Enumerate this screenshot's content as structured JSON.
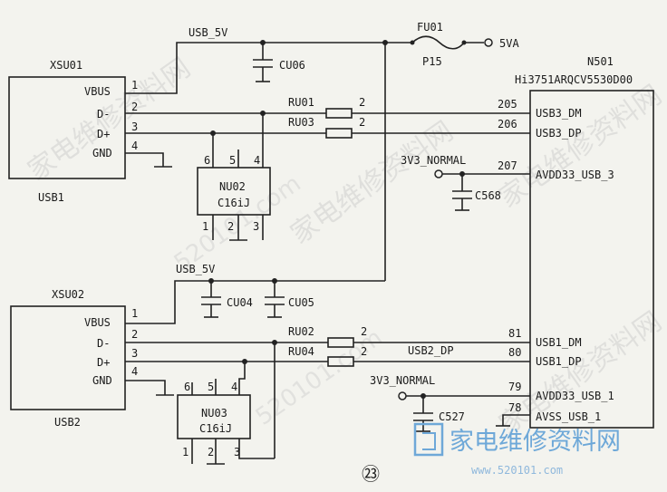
{
  "watermark": {
    "cn": "家电维修资料网",
    "url": "520101.com"
  },
  "logo": {
    "cn": "家电维修资料网",
    "url": "www.520101.com"
  },
  "page_number": "㉓",
  "fuse": {
    "ref": "FU01",
    "value": "P15",
    "rail": "5VA"
  },
  "nets": {
    "usb_5v_top": "USB_5V",
    "usb_5v_bottom": "USB_5V",
    "v3_top": "3V3_NORMAL",
    "v3_bottom": "3V3_NORMAL",
    "usb2_dp": "USB2_DP"
  },
  "capacitors": {
    "cu06": "CU06",
    "cu04": "CU04",
    "cu05": "CU05",
    "c568": "C568",
    "c527": "C527"
  },
  "resistors": {
    "ru01": "RU01",
    "ru03": "RU03",
    "ru02": "RU02",
    "ru04": "RU04",
    "pin2": "2"
  },
  "connectors": {
    "xsu01": {
      "ref": "XSU01",
      "name": "USB1",
      "pins": [
        "VBUS",
        "D-",
        "D+",
        "GND"
      ],
      "numbers": [
        "1",
        "2",
        "3",
        "4"
      ]
    },
    "xsu02": {
      "ref": "XSU02",
      "name": "USB2",
      "pins": [
        "VBUS",
        "D-",
        "D+",
        "GND"
      ],
      "numbers": [
        "1",
        "2",
        "3",
        "4"
      ]
    }
  },
  "tvs": {
    "nu02": {
      "ref": "NU02",
      "part": "C16iJ",
      "top_pins": [
        "6",
        "5",
        "4"
      ],
      "bottom_pins": [
        "1",
        "2",
        "3"
      ]
    },
    "nu03": {
      "ref": "NU03",
      "part": "C16iJ",
      "top_pins": [
        "6",
        "5",
        "4"
      ],
      "bottom_pins": [
        "1",
        "2",
        "3"
      ]
    }
  },
  "ic": {
    "ref": "N501",
    "part": "Hi3751ARQCV5530D00",
    "pins": [
      {
        "num": "205",
        "name": "USB3_DM"
      },
      {
        "num": "206",
        "name": "USB3_DP"
      },
      {
        "num": "207",
        "name": "AVDD33_USB_3"
      },
      {
        "num": "81",
        "name": "USB1_DM"
      },
      {
        "num": "80",
        "name": "USB1_DP"
      },
      {
        "num": "79",
        "name": "AVDD33_USB_1"
      },
      {
        "num": "78",
        "name": "AVSS_USB_1"
      }
    ]
  }
}
